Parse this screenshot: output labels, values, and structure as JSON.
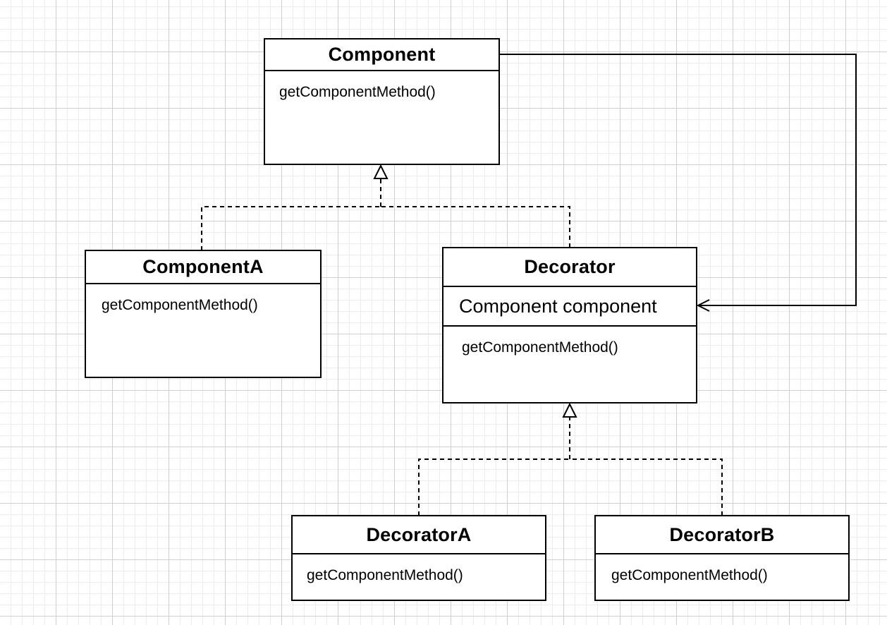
{
  "diagram": {
    "classes": {
      "component": {
        "name": "Component",
        "methods": [
          "getComponentMethod()"
        ]
      },
      "component_a": {
        "name": "ComponentA",
        "methods": [
          "getComponentMethod()"
        ]
      },
      "decorator": {
        "name": "Decorator",
        "attributes": [
          "Component component"
        ],
        "methods": [
          "getComponentMethod()"
        ]
      },
      "decorator_a": {
        "name": "DecoratorA",
        "methods": [
          "getComponentMethod()"
        ]
      },
      "decorator_b": {
        "name": "DecoratorB",
        "methods": [
          "getComponentMethod()"
        ]
      }
    },
    "relationships": [
      {
        "type": "realization",
        "from": "ComponentA",
        "to": "Component"
      },
      {
        "type": "realization",
        "from": "Decorator",
        "to": "Component"
      },
      {
        "type": "realization",
        "from": "DecoratorA",
        "to": "Decorator"
      },
      {
        "type": "realization",
        "from": "DecoratorB",
        "to": "Decorator"
      },
      {
        "type": "association",
        "from": "Component",
        "to": "Decorator"
      }
    ],
    "colors": {
      "line": "#000000",
      "box_fill": "#ffffff",
      "grid_major": "#cfcfcf",
      "grid_minor": "#ececec"
    }
  }
}
